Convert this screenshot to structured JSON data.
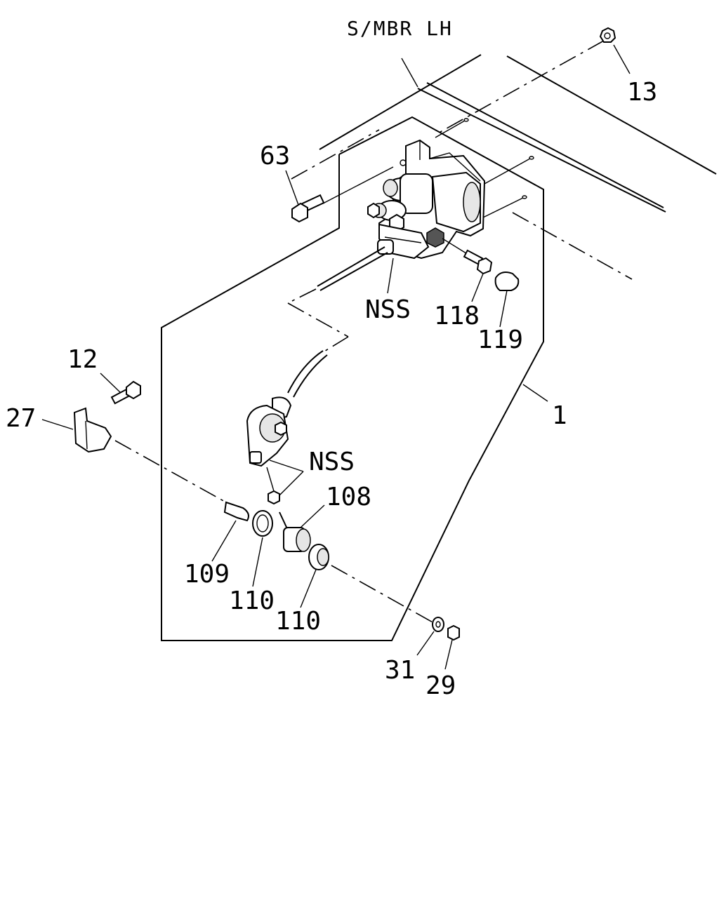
{
  "labels": {
    "s_mbr_lh": "S/MBR LH",
    "p13": "13",
    "p63": "63",
    "nss_upper": "NSS",
    "p118": "118",
    "p119": "119",
    "p12": "12",
    "p27": "27",
    "p1": "1",
    "nss_lower": "NSS",
    "p108": "108",
    "p109": "109",
    "p110_left": "110",
    "p110_right": "110",
    "p31": "31",
    "p29": "29"
  }
}
